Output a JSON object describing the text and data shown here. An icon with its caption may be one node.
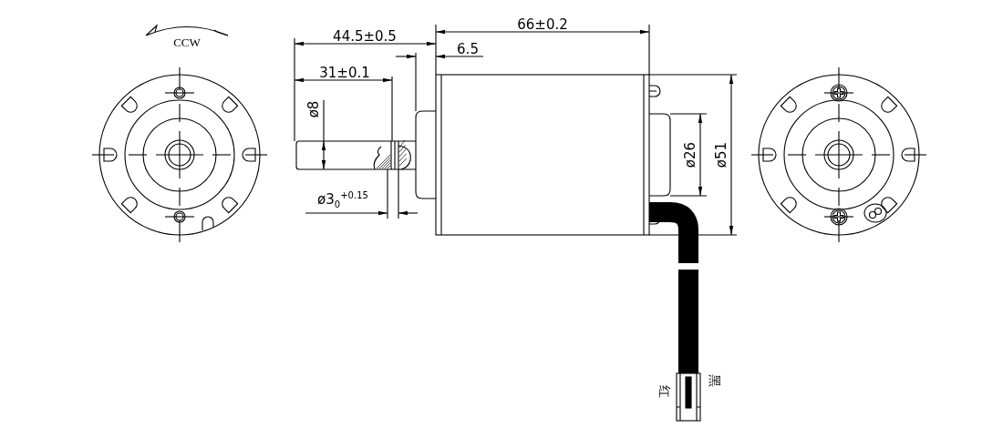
{
  "diagram": {
    "labels": [
      "CCW",
      "66±0.2",
      "44.5±0.5",
      "6.5",
      "31±0.1",
      "ø8",
      "ø26",
      "ø51",
      "ø3$_{0}$$^{+0.15}$",
      "红",
      "黑"
    ]
  }
}
